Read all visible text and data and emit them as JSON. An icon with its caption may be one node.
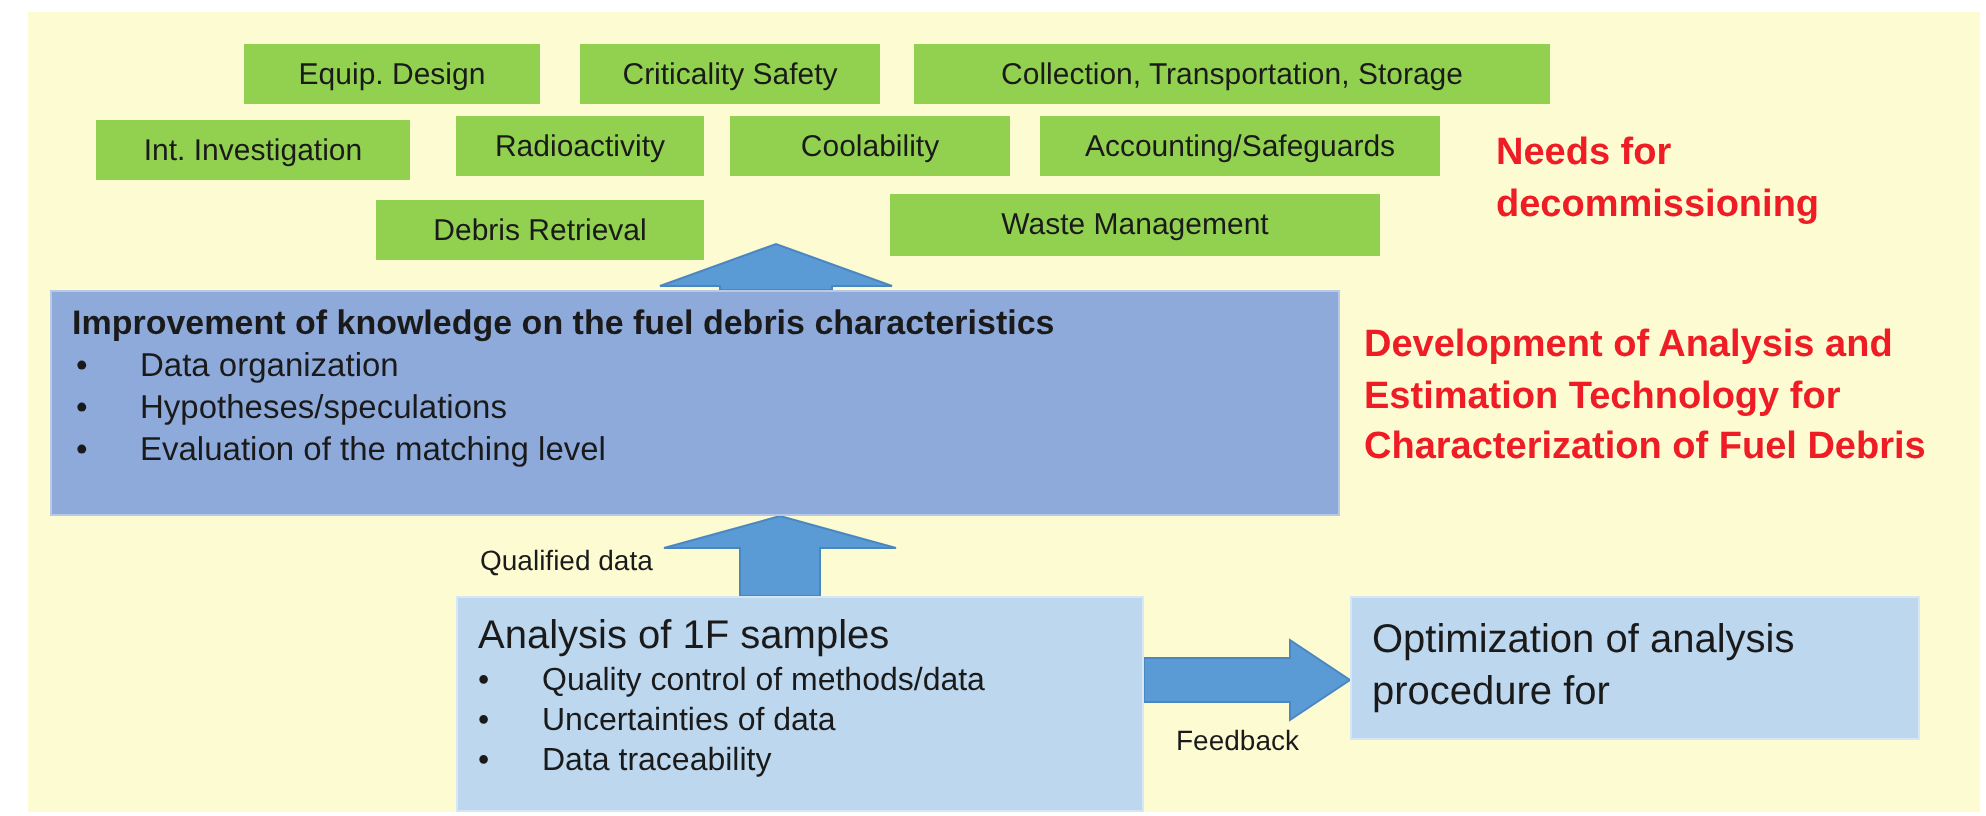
{
  "diagram": {
    "nodes": [
      {
        "text": [
          "Equip. Design"
        ]
      },
      {
        "text": [
          "Criticality Safety"
        ]
      },
      {
        "text": [
          "Collection, Transportation, Storage"
        ]
      },
      {
        "text": [
          "Int. Investigation"
        ]
      },
      {
        "text": [
          "Radioactivity"
        ]
      },
      {
        "text": [
          "Coolability"
        ]
      },
      {
        "text": [
          "Accounting/Safeguards"
        ]
      },
      {
        "text": [
          "Debris Retrieval"
        ]
      },
      {
        "text": [
          "Waste Management"
        ]
      },
      {
        "text": [
          "Improvement of knowledge on the fuel debris characteristics",
          "• Data organization",
          "• Hypotheses/speculations",
          "• Evaluation of the matching level"
        ]
      },
      {
        "text": [
          "Analysis of 1F samples",
          "• Quality control of methods/data",
          "• Uncertainties of data",
          "• Data traceability"
        ]
      },
      {
        "text": [
          "Optimization of analysis procedure for"
        ]
      }
    ],
    "edges": [
      {
        "from": 9,
        "to": null,
        "arrow": "to"
      },
      {
        "from": 10,
        "to": 9,
        "arrow": "to",
        "label": "Qualified data"
      },
      {
        "from": 10,
        "to": 11,
        "arrow": "to",
        "label": "Feedback"
      }
    ],
    "labels": [
      "Needs for decommissioning",
      "Development of Analysis and Estimation Technology for Characterization of Fuel Debris"
    ]
  }
}
